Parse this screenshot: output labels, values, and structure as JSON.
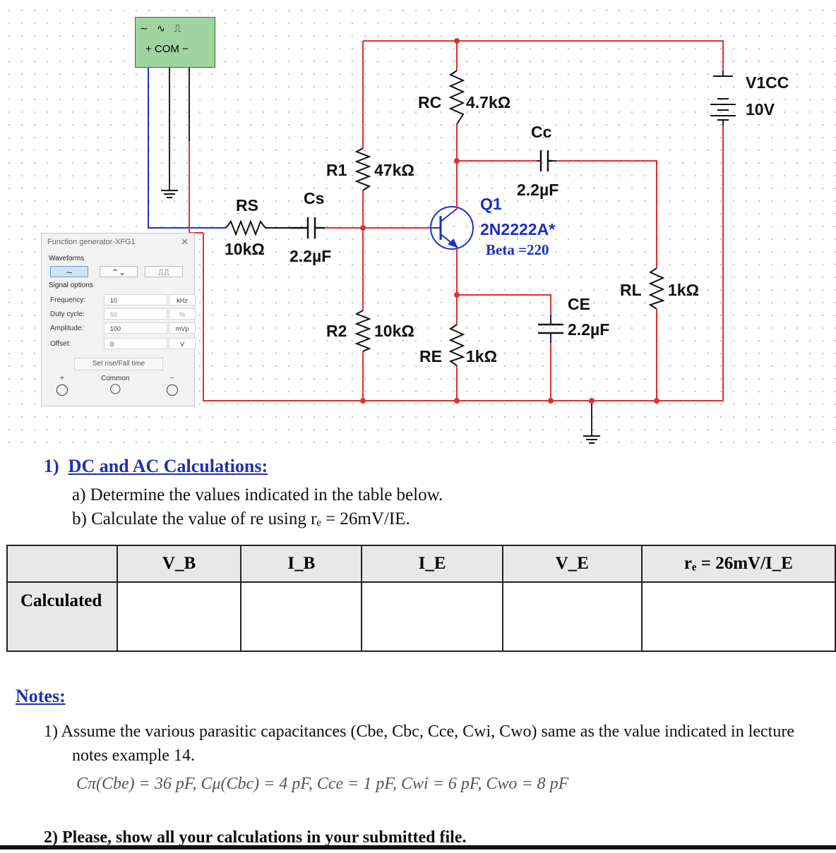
{
  "circuit": {
    "fg_icon": {
      "waves": "∼ ∿ ⎍",
      "terminals": "+ COM −"
    },
    "fg_panel": {
      "title": "Function generator-XFG1",
      "waveforms_label": "Waveforms",
      "signal_options_label": "Signal options",
      "frequency": {
        "label": "Frequency:",
        "value": "10",
        "unit": "kHz"
      },
      "duty_cycle": {
        "label": "Duty cycle:",
        "value": "50",
        "unit": "%"
      },
      "amplitude": {
        "label": "Amplitude:",
        "value": "100",
        "unit": "mVp"
      },
      "offset": {
        "label": "Offset:",
        "value": "0",
        "unit": "V"
      },
      "set_rise_fall": "Set rise/Fall time",
      "term_plus": "+",
      "term_common": "Common",
      "term_minus": "−"
    },
    "labels": {
      "rs": "RS",
      "rs_val": "10kΩ",
      "cs": "Cs",
      "cs_val": "2.2µF",
      "r1": "R1",
      "r1_val": "47kΩ",
      "r2": "R2",
      "r2_val": "10kΩ",
      "rc": "RC",
      "rc_val": "4.7kΩ",
      "re": "RE",
      "re_val": "1kΩ",
      "cc": "Cc",
      "cc_val": "2.2µF",
      "ce": "CE",
      "ce_val": "2.2µF",
      "rl": "RL",
      "rl_val": "1kΩ",
      "v1": "V1CC",
      "v1_val": "10V",
      "q1": "Q1",
      "q1_model": "2N2222A*",
      "q1_beta": "Beta =220"
    }
  },
  "content": {
    "heading_num": "1)",
    "heading": "DC and AC Calculations:",
    "line_a": "a)  Determine the values indicated in the table below.",
    "line_b": "b)  Calculate the value of re using rₑ = 26mV/IE.",
    "table": {
      "headers": [
        "",
        "V_B",
        "I_B",
        "I_E",
        "V_E",
        "rₑ = 26mV/I_E"
      ],
      "row_label": "Calculated"
    },
    "notes_label": "Notes:",
    "note1": "1)  Assume the various parasitic capacitances (Cbe, Cbc, Cce, Cwi, Cwo) same as the value indicated in lecture",
    "note1b": "notes example 14.",
    "note1c": "Cπ(Cbe) = 36 pF, Cμ(Cbc) = 4 pF, Cce = 1 pF, Cwi = 6 pF, Cwo = 8 pF",
    "note2": "2)  Please, show all your calculations in your submitted file."
  }
}
